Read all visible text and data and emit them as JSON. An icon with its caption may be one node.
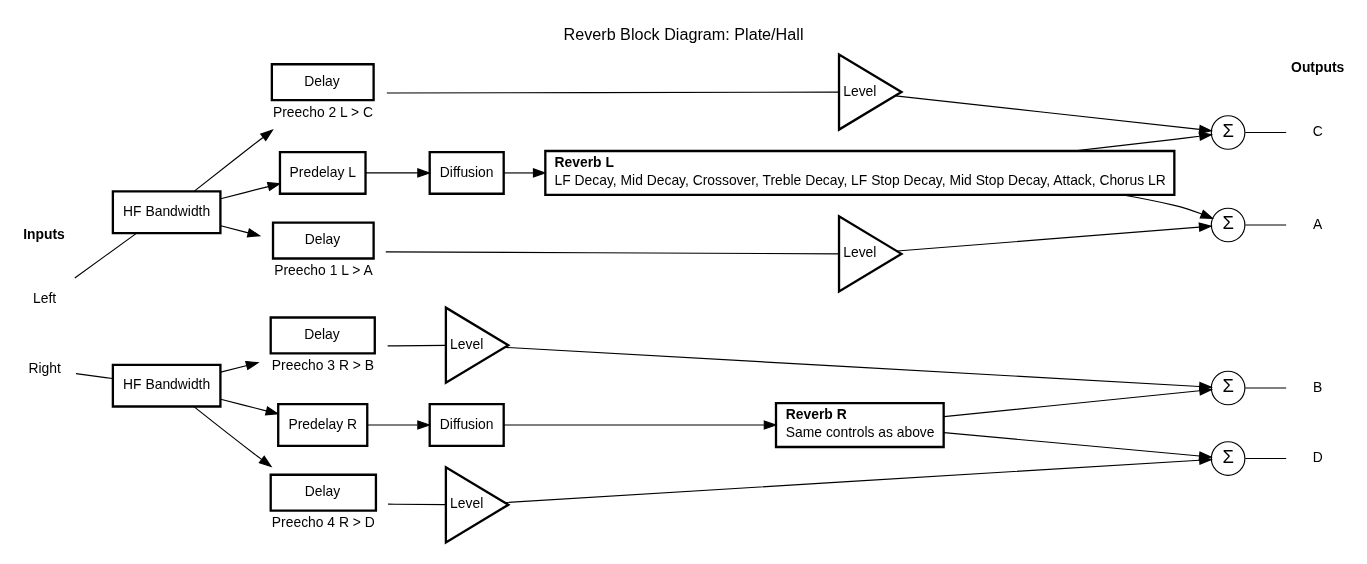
{
  "diagram": {
    "title": "Reverb Block Diagram: Plate/Hall",
    "nodes": [
      {
        "text": [
          "Left"
        ]
      },
      {
        "text": [
          "HF Bandwidth"
        ]
      },
      {
        "text": [
          "Delay"
        ],
        "beside": [
          "Preecho 2 L > C"
        ]
      },
      {
        "text": [
          "Level"
        ]
      },
      {
        "text": [
          "Delay"
        ],
        "beside": [
          "Preecho 1 L > A"
        ]
      },
      {
        "text": [
          "Level"
        ]
      },
      {
        "text": [
          "Predelay L"
        ]
      },
      {
        "text": [
          "Diffusion"
        ]
      },
      {
        "text": [
          "Reverb L",
          "LF Decay, Mid Decay, Crossover, Treble Decay, LF Stop Decay, Mid Stop Decay, Attack, Chorus LR"
        ]
      },
      {
        "text": [
          "Σ"
        ]
      },
      {
        "text": [
          "Σ"
        ]
      },
      {
        "text": [
          "C"
        ]
      },
      {
        "text": [
          "A"
        ]
      },
      {
        "text": [
          "Right"
        ]
      },
      {
        "text": [
          "HF Bandwidth"
        ]
      },
      {
        "text": [
          "Predelay R"
        ]
      },
      {
        "text": [
          "Diffusion"
        ]
      },
      {
        "text": [
          "Reverb R",
          "Same controls as above"
        ]
      },
      {
        "text": [
          "Delay"
        ],
        "beside": [
          "Preecho 3 R > B"
        ]
      },
      {
        "text": [
          "Level"
        ]
      },
      {
        "text": [
          "Delay"
        ],
        "beside": [
          "Preecho 4 R > D"
        ]
      },
      {
        "text": [
          "Level"
        ]
      },
      {
        "text": [
          "Σ"
        ]
      },
      {
        "text": [
          "Σ"
        ]
      },
      {
        "text": [
          "B"
        ]
      },
      {
        "text": [
          "D"
        ]
      }
    ],
    "edges": [
      {
        "from": 0,
        "to": 1,
        "arrow": "none"
      },
      {
        "from": 1,
        "to": 2,
        "arrow": "to"
      },
      {
        "from": 1,
        "to": 4,
        "arrow": "to"
      },
      {
        "from": 1,
        "to": 6,
        "arrow": "to"
      },
      {
        "from": 2,
        "to": 3,
        "arrow": "none"
      },
      {
        "from": 4,
        "to": 5,
        "arrow": "none"
      },
      {
        "from": 6,
        "to": 7,
        "arrow": "to"
      },
      {
        "from": 7,
        "to": 8,
        "arrow": "to"
      },
      {
        "from": 3,
        "to": 9,
        "arrow": "to"
      },
      {
        "from": 8,
        "to": 9,
        "arrow": "to"
      },
      {
        "from": 5,
        "to": 10,
        "arrow": "to"
      },
      {
        "from": 8,
        "to": 10,
        "arrow": "to"
      },
      {
        "from": 9,
        "to": 11,
        "arrow": "none"
      },
      {
        "from": 10,
        "to": 12,
        "arrow": "none"
      },
      {
        "from": 13,
        "to": 14,
        "arrow": "none"
      },
      {
        "from": 14,
        "to": 15,
        "arrow": "to"
      },
      {
        "from": 14,
        "to": 18,
        "arrow": "to"
      },
      {
        "from": 14,
        "to": 20,
        "arrow": "to"
      },
      {
        "from": 15,
        "to": 16,
        "arrow": "to"
      },
      {
        "from": 16,
        "to": 17,
        "arrow": "to"
      },
      {
        "from": 18,
        "to": 19,
        "arrow": "none"
      },
      {
        "from": 20,
        "to": 21,
        "arrow": "none"
      },
      {
        "from": 17,
        "to": 22,
        "arrow": "to"
      },
      {
        "from": 19,
        "to": 22,
        "arrow": "to"
      },
      {
        "from": 17,
        "to": 23,
        "arrow": "to"
      },
      {
        "from": 21,
        "to": 23,
        "arrow": "to"
      },
      {
        "from": 22,
        "to": 24,
        "arrow": "none"
      },
      {
        "from": 23,
        "to": 25,
        "arrow": "none"
      }
    ],
    "labels": [
      "Inputs",
      "Outputs"
    ]
  }
}
